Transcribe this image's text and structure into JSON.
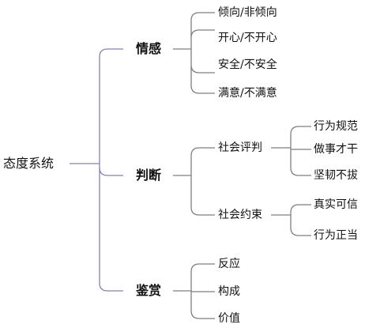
{
  "diagram": {
    "root": "态度系统",
    "branches": [
      {
        "label": "情感",
        "children": [
          {
            "label": "倾向/非倾向"
          },
          {
            "label": "开心/不开心"
          },
          {
            "label": "安全/不安全"
          },
          {
            "label": "满意/不满意"
          }
        ]
      },
      {
        "label": "判断",
        "children": [
          {
            "label": "社会评判",
            "children": [
              {
                "label": "行为规范"
              },
              {
                "label": "做事才干"
              },
              {
                "label": "坚韧不拔"
              }
            ]
          },
          {
            "label": "社会约束",
            "children": [
              {
                "label": "真实可信"
              },
              {
                "label": "行为正当"
              }
            ]
          }
        ]
      },
      {
        "label": "鉴赏",
        "children": [
          {
            "label": "反应"
          },
          {
            "label": "构成"
          },
          {
            "label": "价值"
          }
        ]
      }
    ],
    "colors": {
      "root_connector": "#8a7fa8",
      "branch_connector": "#7f7f7f",
      "text": "#111111"
    }
  }
}
